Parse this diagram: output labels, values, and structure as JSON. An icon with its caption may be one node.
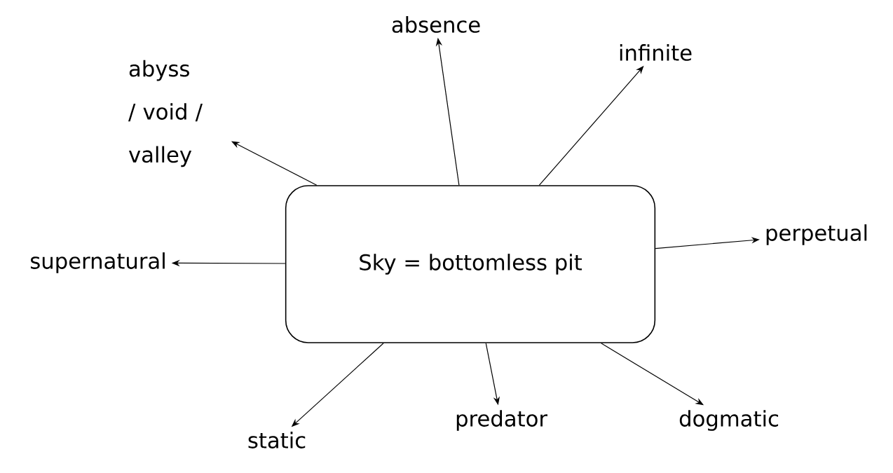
{
  "diagram": {
    "nodes": [
      {
        "text": [
          "Sky = bottomless pit"
        ]
      },
      {
        "text": [
          "abyss / void / valley"
        ]
      },
      {
        "text": [
          "absence"
        ]
      },
      {
        "text": [
          "infinite"
        ]
      },
      {
        "text": [
          "perpetual"
        ]
      },
      {
        "text": [
          "supernatural"
        ]
      },
      {
        "text": [
          "static"
        ]
      },
      {
        "text": [
          "predator"
        ]
      },
      {
        "text": [
          "dogmatic"
        ]
      }
    ],
    "edges": [
      {
        "from": 0,
        "to": 1,
        "arrow": "to"
      },
      {
        "from": 0,
        "to": 2,
        "arrow": "to"
      },
      {
        "from": 0,
        "to": 3,
        "arrow": "to"
      },
      {
        "from": 0,
        "to": 4,
        "arrow": "to"
      },
      {
        "from": 0,
        "to": 5,
        "arrow": "to"
      },
      {
        "from": 0,
        "to": 6,
        "arrow": "to"
      },
      {
        "from": 0,
        "to": 7,
        "arrow": "to"
      },
      {
        "from": 0,
        "to": 8,
        "arrow": "to"
      }
    ]
  }
}
